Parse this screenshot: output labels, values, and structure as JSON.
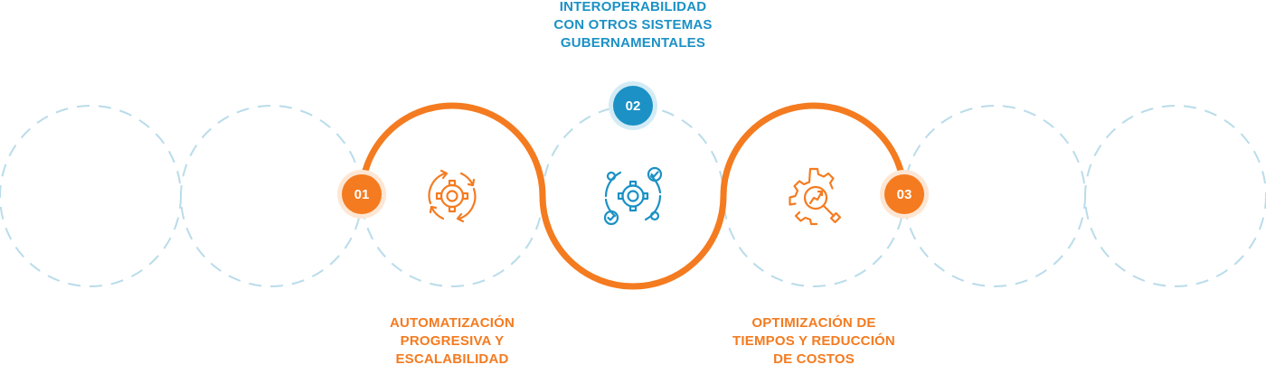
{
  "colors": {
    "orange": "#f47b20",
    "blue": "#1b91c5",
    "dashed_circle": "#b9dcea",
    "background": "#ffffff"
  },
  "steps": [
    {
      "number": "01",
      "title_lines": [
        "AUTOMATIZACIÓN",
        "PROGRESIVA Y",
        "ESCALABILIDAD"
      ],
      "icon": "gear-cycle-arrows-icon",
      "color": "#f47b20"
    },
    {
      "number": "02",
      "title_lines": [
        "INTEROPERABILIDAD",
        "CON OTROS SISTEMAS",
        "GUBERNAMENTALES"
      ],
      "icon": "gear-network-checkmarks-icon",
      "color": "#1b91c5"
    },
    {
      "number": "03",
      "title_lines": [
        "OPTIMIZACIÓN DE",
        "TIEMPOS Y REDUCCIÓN",
        "DE COSTOS"
      ],
      "icon": "gear-magnifier-growth-icon",
      "color": "#f47b20"
    }
  ]
}
